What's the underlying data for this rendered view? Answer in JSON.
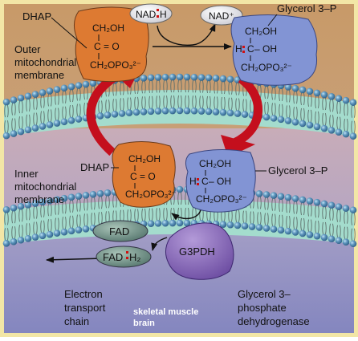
{
  "colors": {
    "frame": "#f4e9b0",
    "top_bg": "#c89a68",
    "mid_bg": "#c8acb8",
    "bottom_bg": "#8e90c4",
    "membrane_ball": "#4f86ad",
    "membrane_band": "#a4dccd",
    "dhap_fill": "#dd7a32",
    "g3p_fill": "#8294d4",
    "g3pdh_fill": "#7f5fb0",
    "fad_fill": "#6f8f86",
    "red_arrow": "#c40f1d",
    "red_dot": "#d01010"
  },
  "labels": {
    "outer_membrane": [
      "Outer",
      "mitochondrial",
      "membrane"
    ],
    "inner_membrane": [
      "Inner",
      "mitochondrial",
      "membrane"
    ],
    "electron_chain": [
      "Electron",
      "transport",
      "chain"
    ],
    "enzyme_name": [
      "Glycerol 3–",
      "phosphate",
      "dehydrogenase"
    ],
    "tissues": [
      "skeletal muscle",
      "brain"
    ]
  },
  "top": {
    "dhap_label": "DHAP",
    "dhap_formula": [
      "CH₂OH",
      "C = O",
      "CH₂OPO₃²⁻"
    ],
    "nadh": [
      "NAD",
      "H"
    ],
    "nad_plus": "NAD⁺",
    "g3p_label": "Glycerol 3–P",
    "g3p_formula": [
      "CH₂OH",
      "C",
      "– OH",
      "CH₂OPO₃²⁻"
    ],
    "g3p_h": "H"
  },
  "middle": {
    "dhap_label": "DHAP",
    "dhap_formula": [
      "CH₂OH",
      "C = O",
      "CH₂OPO₃²⁻"
    ],
    "g3p_label": "Glycerol 3–P",
    "g3p_formula": [
      "CH₂OH",
      "C",
      "– OH",
      "CH₂OPO₃²⁻"
    ],
    "g3p_h": "H"
  },
  "bottom": {
    "fad": "FAD",
    "fadh2": [
      "FAD",
      "H₂"
    ],
    "g3pdh": "G3PDH"
  },
  "icons": [
    "red-arrow-icon",
    "black-arrow-icon",
    "membrane-bilayer-icon"
  ]
}
